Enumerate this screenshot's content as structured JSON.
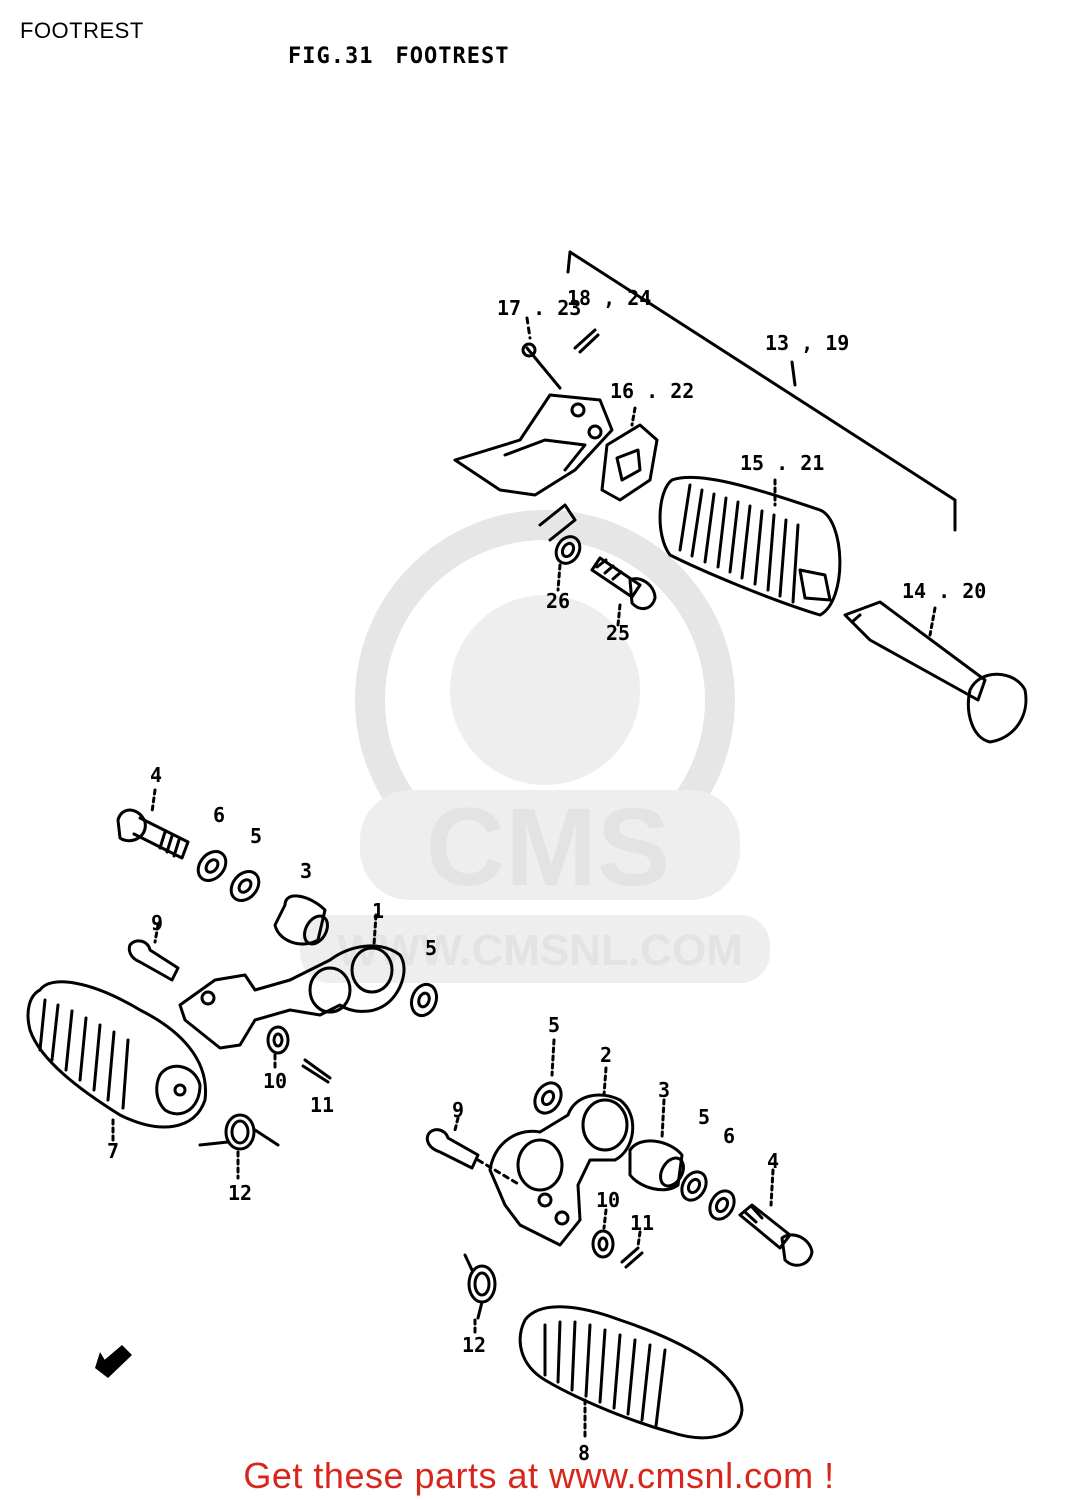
{
  "page_tag": "FOOTREST",
  "figure": {
    "number": "FIG.31",
    "title": "FOOTREST"
  },
  "watermark": {
    "logo": "CMS",
    "url": "WWW.CMSNL.COM"
  },
  "callouts": {
    "c17_23": "17 . 23",
    "c18_24": "18 , 24",
    "c13_19": "13 , 19",
    "c16_22": "16 . 22",
    "c15_21": "15 . 21",
    "c14_20": "14 . 20",
    "c26": "26",
    "c25": "25",
    "l4": "4",
    "l6": "6",
    "l5": "5",
    "l3": "3",
    "l1": "1",
    "l9": "9",
    "l5b": "5",
    "l10": "10",
    "l11": "11",
    "l7": "7",
    "l12": "12",
    "r5": "5",
    "r2": "2",
    "r3": "3",
    "r5b": "5",
    "r6": "6",
    "r4": "4",
    "r9": "9",
    "r10": "10",
    "r11": "11",
    "r12": "12",
    "r8": "8"
  },
  "footer": {
    "text": "Get these parts at www.cmsnl.com !"
  },
  "colors": {
    "footer": "#d8261c",
    "watermark": "#e3e3e3",
    "ink": "#000000"
  },
  "icons": {
    "front_arrow": "front-arrow-icon"
  }
}
